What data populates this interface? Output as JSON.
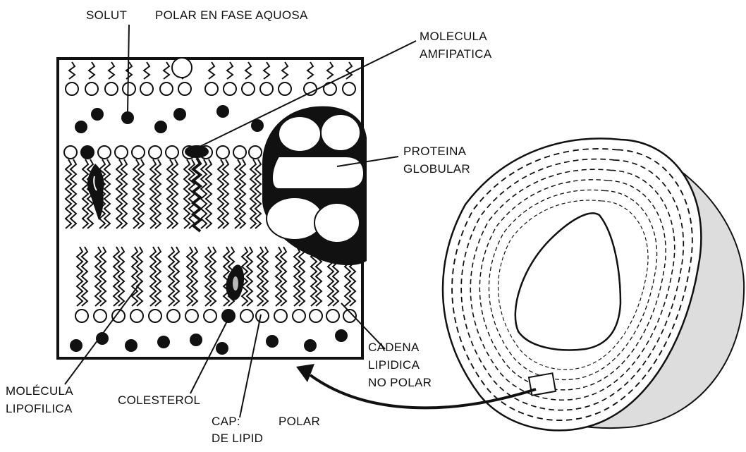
{
  "labels": {
    "solut": "SOLUT",
    "polar_en_fase_aquosa": "POLAR EN FASE AQUOSA",
    "molecula_amfipatica_1": "MOLECULA",
    "molecula_amfipatica_2": "AMFIPATICA",
    "proteina_1": "PROTEINA",
    "proteina_2": "GLOBULAR",
    "cadena_1": "CADENA",
    "cadena_2": "LIPIDICA",
    "cadena_3": "NO POLAR",
    "molecula_lipofilica_1": "MOLÉCULA",
    "molecula_lipofilica_2": "LIPOFILICA",
    "colesterol": "COLESTEROL",
    "cap_polar_1a": "CAP:",
    "cap_polar_1b": "POLAR",
    "cap_polar_2": "DE LIPID"
  },
  "colors": {
    "ink": "#111111",
    "paper": "#ffffff"
  }
}
